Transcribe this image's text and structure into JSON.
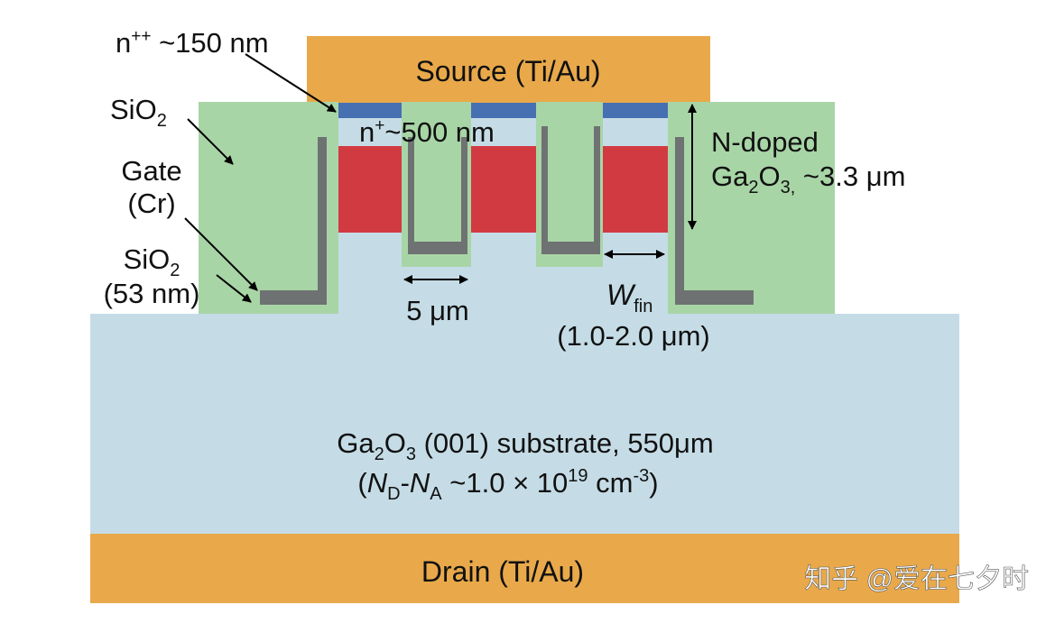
{
  "labels": {
    "source": "Source (Ti/Au)",
    "drain": "Drain (Ti/Au)",
    "npp_main": "n",
    "npp_sup": "++",
    "npp_rest": " ~150 nm",
    "np_main": "n",
    "np_sup": "+",
    "np_rest": "~500 nm",
    "sio2_top_main": "SiO",
    "sio2_top_sub": "2",
    "gate_line1": "Gate",
    "gate_line2": "(Cr)",
    "sio2_bot_main": "SiO",
    "sio2_bot_sub": "2",
    "sio2_bot_line2": "(53 nm)",
    "trench_width": "5 μm",
    "wfin_main": "W",
    "wfin_sub": "fin",
    "wfin_range": "(1.0-2.0 μm)",
    "ndoped_line1": "N-doped",
    "ndoped_ga": "Ga",
    "ndoped_sub2": "2",
    "ndoped_o": "O",
    "ndoped_sub3": "3,",
    "ndoped_thick": " ~3.3 μm",
    "substrate_ga": "Ga",
    "substrate_sub2": "2",
    "substrate_o": "O",
    "substrate_sub3": "3",
    "substrate_rest": " (001) substrate, 550μm",
    "doping_open": "(",
    "doping_nd": "N",
    "doping_nd_sub": "D",
    "doping_dash": "-",
    "doping_na": "N",
    "doping_na_sub": "A",
    "doping_value": " ~1.0 × 10",
    "doping_exp": "19",
    "doping_unit": " cm",
    "doping_unit_exp": "-3",
    "doping_close": ")",
    "watermark": "知乎 @爱在七夕时"
  },
  "colors": {
    "metal": "#E9A94A",
    "oxide": "#A8D5A6",
    "gaox": "#C5DCE6",
    "npp": "#4670B2",
    "red": "#D23A42",
    "gate": "#6E7272"
  }
}
